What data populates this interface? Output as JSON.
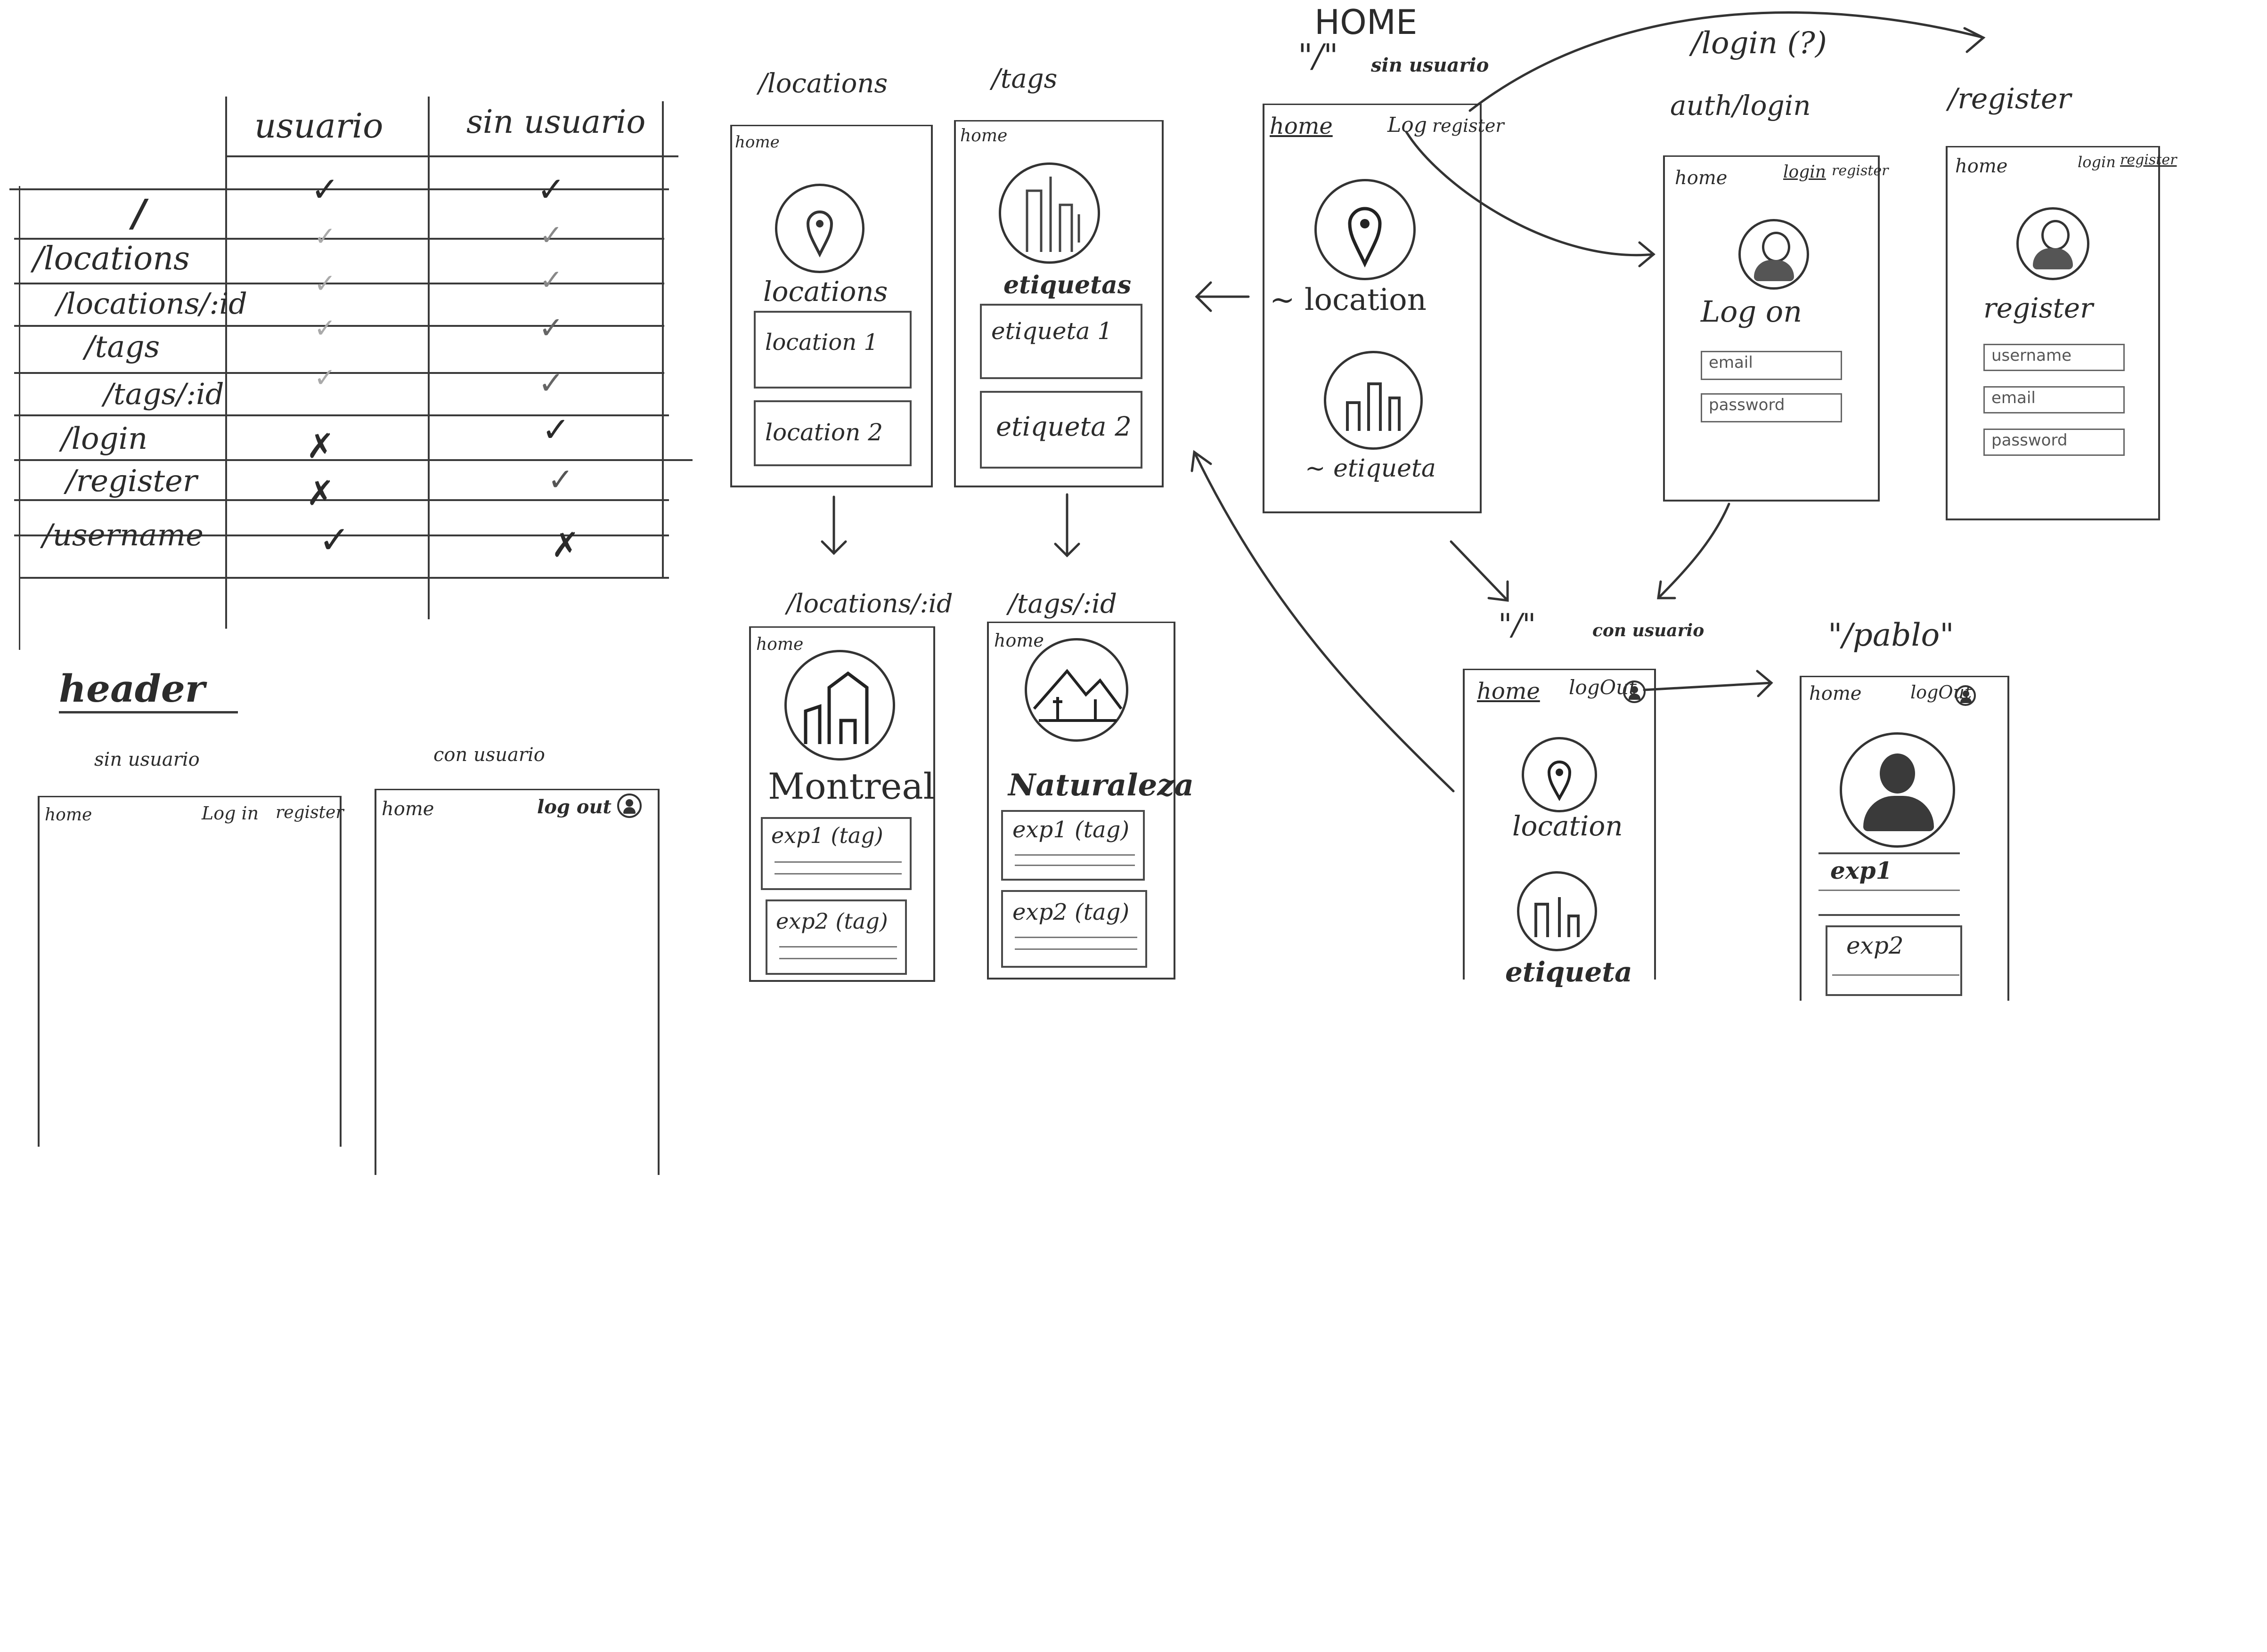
{
  "table": {
    "col_headers": [
      "usuario",
      "sin usuario"
    ],
    "rows": [
      {
        "route": "/",
        "usuario": "✓",
        "sin_usuario": "✓"
      },
      {
        "route": "/locations",
        "usuario": "✓",
        "sin_usuario": "✓"
      },
      {
        "route": "/locations/:id",
        "usuario": "✓",
        "sin_usuario": "✓"
      },
      {
        "route": "/tags",
        "usuario": "✓",
        "sin_usuario": "✓"
      },
      {
        "route": "/tags/:id",
        "usuario": "✓",
        "sin_usuario": "✓"
      },
      {
        "route": "/login",
        "usuario": "✗",
        "sin_usuario": "✓"
      },
      {
        "route": "/register",
        "usuario": "✗",
        "sin_usuario": "✓"
      },
      {
        "route": "/username",
        "usuario": "✓",
        "sin_usuario": "✗"
      }
    ]
  },
  "header_section": {
    "title": "header",
    "sin_label": "sin usuario",
    "con_label": "con usuario",
    "sin_home": "home",
    "sin_login": "Log in",
    "sin_register": "register",
    "con_home": "home",
    "con_logout": "log out"
  },
  "locations_screen": {
    "route": "/locations",
    "home": "home",
    "title": "locations",
    "items": [
      "location 1",
      "location 2"
    ]
  },
  "tags_screen": {
    "route": "/tags",
    "home": "home",
    "title": "etiquetas",
    "items": [
      "etiqueta 1",
      "etiqueta 2"
    ]
  },
  "home_sin": {
    "heading": "HOME",
    "route": "\"/\"",
    "note": "sin usuario",
    "home": "home",
    "login": "Log",
    "register": "register",
    "location": "~ location",
    "etiqueta": "~ etiqueta"
  },
  "login_screen": {
    "top_label": "/login (?)",
    "route": "auth/login",
    "home": "home",
    "login": "login",
    "register": "register",
    "title": "Log on",
    "fields": [
      "email",
      "password"
    ]
  },
  "register_screen": {
    "route": "/register",
    "home": "home",
    "login": "login",
    "register": "register",
    "title": "register",
    "fields": [
      "username",
      "email",
      "password"
    ]
  },
  "location_detail": {
    "route": "/locations/:id",
    "home": "home",
    "title": "Montreal",
    "items": [
      "exp1 (tag)",
      "exp2 (tag)"
    ]
  },
  "tag_detail": {
    "route": "/tags/:id",
    "home": "home",
    "title": "Naturaleza",
    "items": [
      "exp1 (tag)",
      "exp2 (tag)"
    ]
  },
  "home_con": {
    "route": "\"/\"",
    "note": "con usuario",
    "home": "home",
    "logout": "logOut",
    "location": "location",
    "etiqueta": "etiqueta"
  },
  "profile_screen": {
    "route": "\"/pablo\"",
    "home": "home",
    "logout": "logOut",
    "items": [
      "exp1",
      "exp2"
    ]
  }
}
